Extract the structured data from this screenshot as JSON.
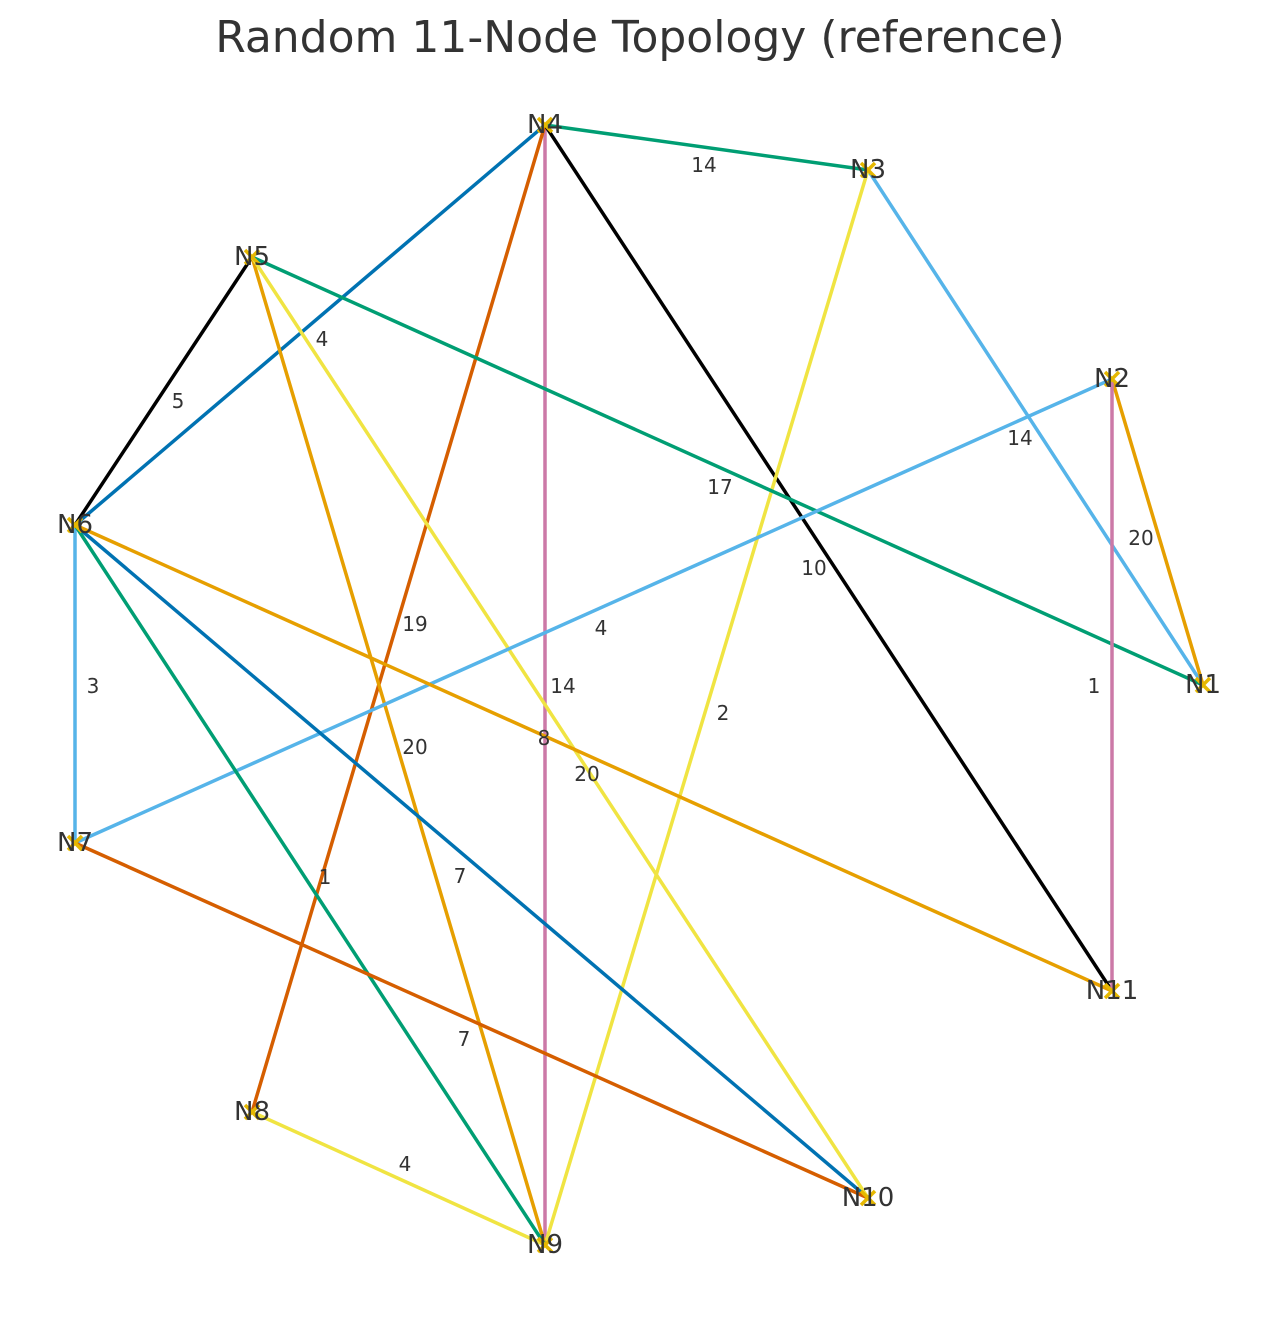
{
  "title": "Random 11-Node Topology (reference)",
  "nodes": [
    {
      "id": "N1"
    },
    {
      "id": "N2"
    },
    {
      "id": "N3"
    },
    {
      "id": "N4"
    },
    {
      "id": "N5"
    },
    {
      "id": "N6"
    },
    {
      "id": "N7"
    },
    {
      "id": "N8"
    },
    {
      "id": "N9"
    },
    {
      "id": "N10"
    },
    {
      "id": "N11"
    }
  ],
  "edges": [
    {
      "source": "N4",
      "target": "N3",
      "weight": "14",
      "color": "#009E73"
    },
    {
      "source": "N4",
      "target": "N6",
      "weight": "4",
      "color": "#0072B2"
    },
    {
      "source": "N4",
      "target": "N9",
      "weight": "14",
      "color": "#CC79A7"
    },
    {
      "source": "N4",
      "target": "N8",
      "weight": "19",
      "color": "#D55E00"
    },
    {
      "source": "N4",
      "target": "N11",
      "weight": "10",
      "color": "#000000"
    },
    {
      "source": "N3",
      "target": "N1",
      "weight": "14",
      "color": "#56B4E9"
    },
    {
      "source": "N3",
      "target": "N9",
      "weight": "2",
      "color": "#F0E442"
    },
    {
      "source": "N5",
      "target": "N6",
      "weight": "5",
      "color": "#000000"
    },
    {
      "source": "N5",
      "target": "N1",
      "weight": "17",
      "color": "#009E73"
    },
    {
      "source": "N5",
      "target": "N9",
      "weight": "20",
      "color": "#E69F00"
    },
    {
      "source": "N5",
      "target": "N10",
      "weight": "20",
      "color": "#F0E442"
    },
    {
      "source": "N2",
      "target": "N1",
      "weight": "20",
      "color": "#E69F00"
    },
    {
      "source": "N2",
      "target": "N11",
      "weight": "1",
      "color": "#CC79A7"
    },
    {
      "source": "N2",
      "target": "N7",
      "weight": "4",
      "color": "#56B4E9"
    },
    {
      "source": "N6",
      "target": "N7",
      "weight": "3",
      "color": "#56B4E9"
    },
    {
      "source": "N6",
      "target": "N9",
      "weight": "1",
      "color": "#009E73"
    },
    {
      "source": "N6",
      "target": "N10",
      "weight": "7",
      "color": "#0072B2"
    },
    {
      "source": "N6",
      "target": "N11",
      "weight": "8",
      "color": "#E69F00"
    },
    {
      "source": "N7",
      "target": "N10",
      "weight": "7",
      "color": "#D55E00"
    },
    {
      "source": "N8",
      "target": "N9",
      "weight": "4",
      "color": "#F0E442"
    }
  ],
  "marker_color": "#E6B800"
}
